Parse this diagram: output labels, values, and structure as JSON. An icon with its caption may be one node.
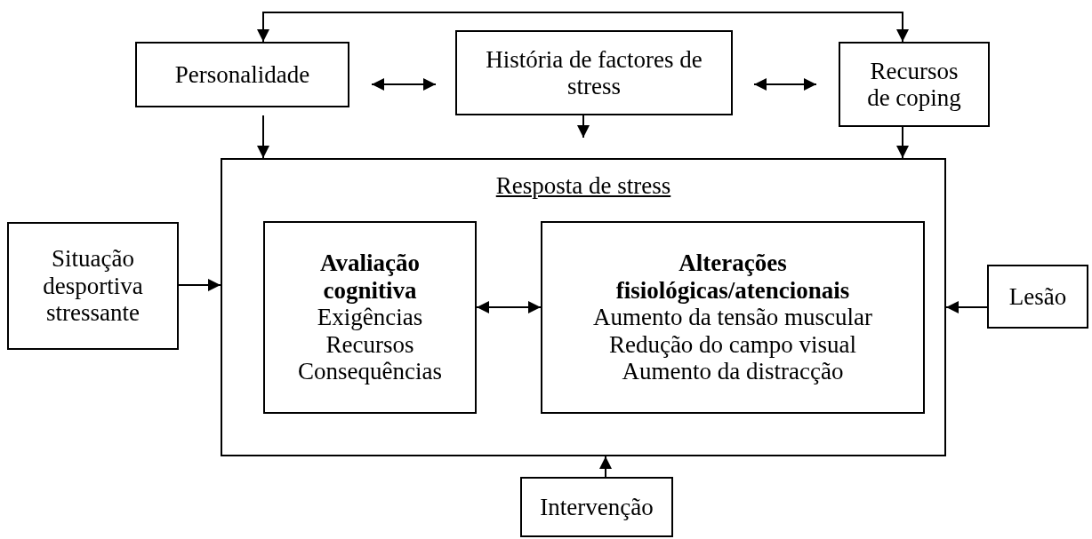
{
  "diagram": {
    "nodes": [
      {
        "text": [
          "Personalidade"
        ]
      },
      {
        "text": [
          "História de factores de stress"
        ]
      },
      {
        "text": [
          "Recursos de coping"
        ]
      },
      {
        "text": [
          "Resposta de stress"
        ]
      },
      {
        "text": [
          "Avaliação cognitiva",
          "Exigências",
          "Recursos",
          "Consequências"
        ],
        "in": 3
      },
      {
        "text": [
          "Alterações fisiológicas/atencionais",
          "Aumento da tensão muscular",
          "Redução do campo visual",
          "Aumento da distracção"
        ],
        "in": 3
      },
      {
        "text": [
          "Situação desportiva stressante"
        ]
      },
      {
        "text": [
          "Lesão"
        ]
      },
      {
        "text": [
          "Intervenção"
        ]
      }
    ],
    "edges": [
      {
        "from": 0,
        "to": 2,
        "arrow": "both"
      },
      {
        "from": 0,
        "to": 1,
        "arrow": "both"
      },
      {
        "from": 1,
        "to": 2,
        "arrow": "both"
      },
      {
        "from": 0,
        "to": 3,
        "arrow": "to"
      },
      {
        "from": 1,
        "to": 3,
        "arrow": "to"
      },
      {
        "from": 2,
        "to": 3,
        "arrow": "to"
      },
      {
        "from": 6,
        "to": 3,
        "arrow": "to"
      },
      {
        "from": 4,
        "to": 5,
        "arrow": "both"
      },
      {
        "from": 7,
        "to": 3,
        "arrow": "to"
      },
      {
        "from": 8,
        "to": 3,
        "arrow": "to"
      }
    ]
  }
}
